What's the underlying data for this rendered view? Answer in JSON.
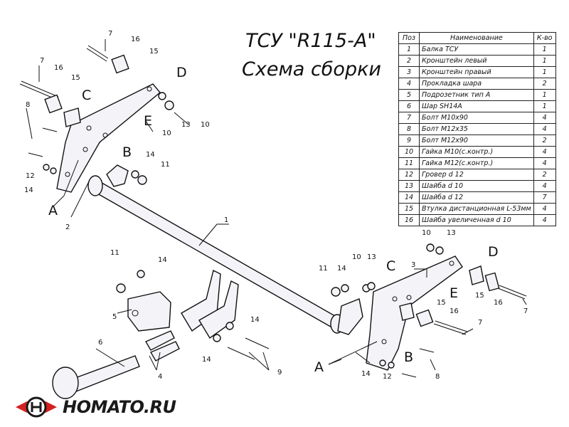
{
  "title": {
    "line1": "ТСУ \"R115-A\"",
    "line2": "Схема сборки"
  },
  "spec_table": {
    "headers": [
      "Поз",
      "Наименование",
      "К-во"
    ],
    "rows": [
      {
        "pos": "1",
        "name": "Балка ТСУ",
        "qty": "1"
      },
      {
        "pos": "2",
        "name": "Кронштейн левый",
        "qty": "1"
      },
      {
        "pos": "3",
        "name": "Кронштейн правый",
        "qty": "1"
      },
      {
        "pos": "4",
        "name": "Прокладка шара",
        "qty": "2"
      },
      {
        "pos": "5",
        "name": "Подрозетник тип А",
        "qty": "1"
      },
      {
        "pos": "6",
        "name": "Шар SH14A",
        "qty": "1"
      },
      {
        "pos": "7",
        "name": "Болт М10х90",
        "qty": "4"
      },
      {
        "pos": "8",
        "name": "Болт М12х35",
        "qty": "4"
      },
      {
        "pos": "9",
        "name": "Болт М12х90",
        "qty": "2"
      },
      {
        "pos": "10",
        "name": "Гайка М10(с.контр.)",
        "qty": "4"
      },
      {
        "pos": "11",
        "name": "Гайка М12(с.контр.)",
        "qty": "4"
      },
      {
        "pos": "12",
        "name": "Гровер d 12",
        "qty": "2"
      },
      {
        "pos": "13",
        "name": "Шайба d 10",
        "qty": "4"
      },
      {
        "pos": "14",
        "name": "Шайба d 12",
        "qty": "7"
      },
      {
        "pos": "15",
        "name": "Втулка дистанционная L-53мм",
        "qty": "4"
      },
      {
        "pos": "16",
        "name": "Шайба увеличенная d 10",
        "qty": "4"
      }
    ]
  },
  "callouts": {
    "n1": "1",
    "n2": "2",
    "n3": "3",
    "n4": "4",
    "n5": "5",
    "n6": "6",
    "n7": "7",
    "n8": "8",
    "n9": "9",
    "n10": "10",
    "n11": "11",
    "n12": "12",
    "n13": "13",
    "n14": "14",
    "n15": "15",
    "n16": "16"
  },
  "letters": {
    "A": "A",
    "B": "B",
    "C": "C",
    "D": "D",
    "E": "E"
  },
  "logo": {
    "text": "HOMATO.RU"
  },
  "colors": {
    "line": "#111111",
    "part_fill": "#f4f4f8",
    "logo_red": "#d42020",
    "logo_dark": "#1a1a1a"
  }
}
